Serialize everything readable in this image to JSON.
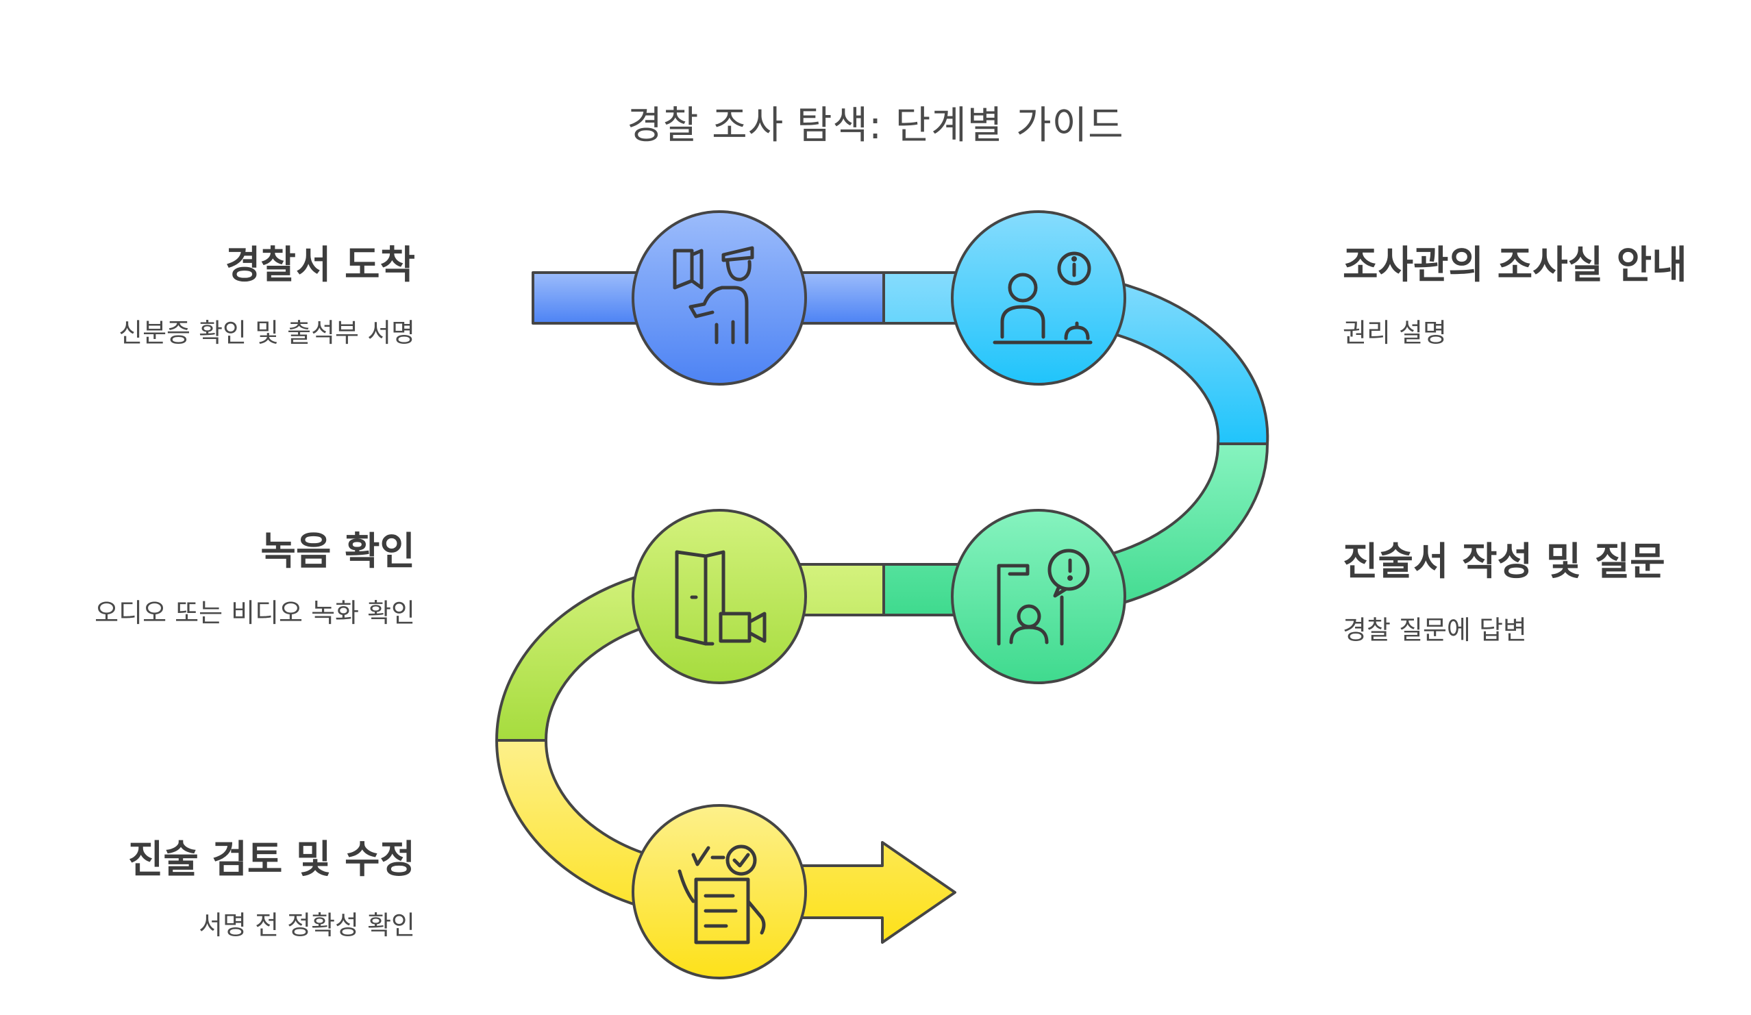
{
  "title": "경찰 조사 탐색: 단계별 가이드",
  "steps": [
    {
      "title": "경찰서 도착",
      "description": "신분증 확인 및 출석부 서명",
      "icon": "police-officer-door-icon",
      "color": "#6e9cf5"
    },
    {
      "title": "조사관의 조사실 안내",
      "description": "권리 설명",
      "icon": "reception-desk-info-icon",
      "color": "#46c8f5"
    },
    {
      "title": "진술서 작성 및 질문",
      "description": "경찰 질문에 답변",
      "icon": "person-question-icon",
      "color": "#52dc98"
    },
    {
      "title": "녹음 확인",
      "description": "오디오 또는 비디오 녹화 확인",
      "icon": "door-video-camera-icon",
      "color": "#b3e35a"
    },
    {
      "title": "진술 검토 및 수정",
      "description": "서명 전 정확성 확인",
      "icon": "checklist-document-icon",
      "color": "#fbe046"
    }
  ]
}
